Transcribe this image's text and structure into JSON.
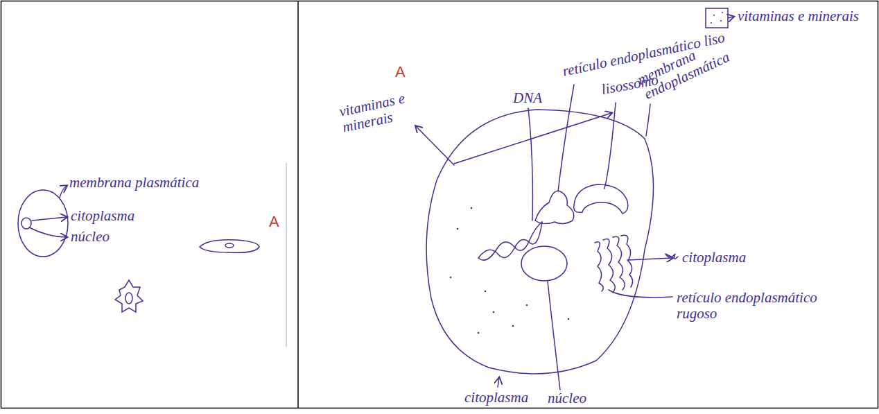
{
  "diagram": {
    "labels": [
      "membrana plasmática",
      "citoplasma",
      "núcleo",
      "A",
      "A",
      "vitaminas e minerais",
      "DNA",
      "retículo endoplasmático liso",
      "lisossomo",
      "membrana endoplasmática",
      "citoplasma",
      "retículo endoplasmático rugoso",
      "citoplasma",
      "núcleo"
    ],
    "legend": [
      {
        "text": "vitaminas e minerais"
      }
    ]
  }
}
